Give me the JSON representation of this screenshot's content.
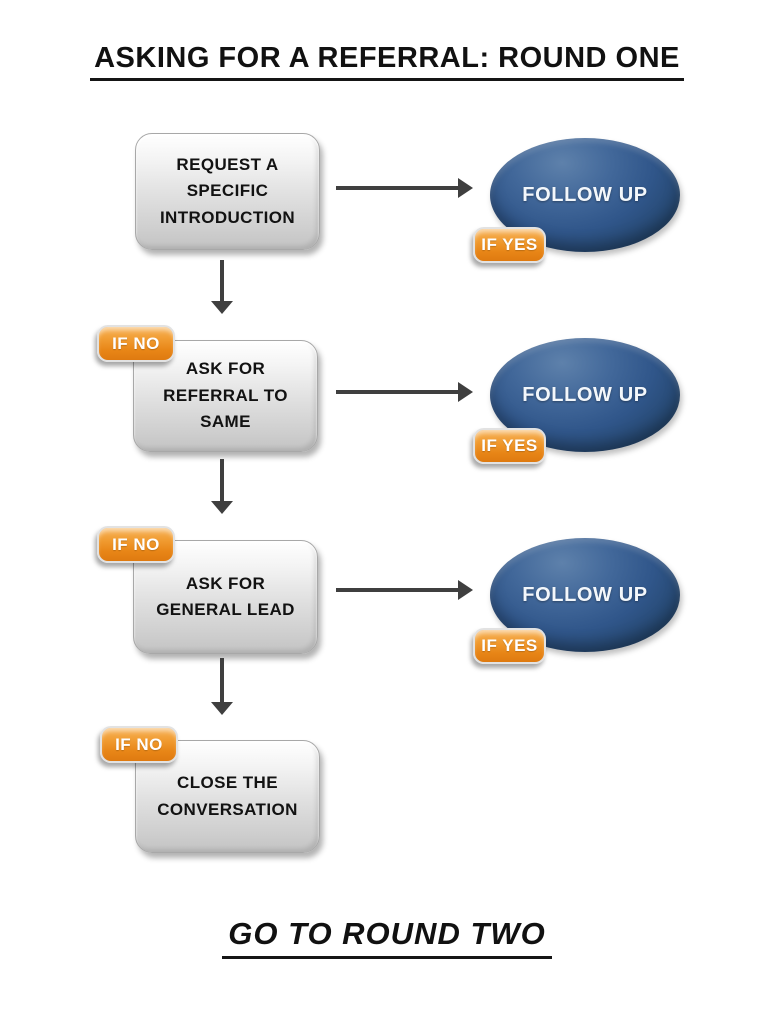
{
  "title": "ASKING FOR A REFERRAL: ROUND ONE",
  "footer": "GO TO ROUND TWO",
  "labels": {
    "follow_up": "FOLLOW UP",
    "if_yes": "IF YES",
    "if_no": "IF NO"
  },
  "colors": {
    "ellipse_blue": "#335a87",
    "badge_orange": "#ec8a1c",
    "box_gray": "#dcdcdc",
    "arrow_gray": "#3f3f3f",
    "text_black": "#111111"
  },
  "steps": [
    {
      "label": "REQUEST A SPECIFIC INTRODUCTION",
      "has_if_no": false,
      "has_follow_up": true
    },
    {
      "label": "ASK FOR REFERRAL TO SAME",
      "has_if_no": true,
      "has_follow_up": true
    },
    {
      "label": "ASK FOR GENERAL LEAD",
      "has_if_no": true,
      "has_follow_up": true
    },
    {
      "label": "CLOSE THE CONVERSATION",
      "has_if_no": true,
      "has_follow_up": false
    }
  ]
}
